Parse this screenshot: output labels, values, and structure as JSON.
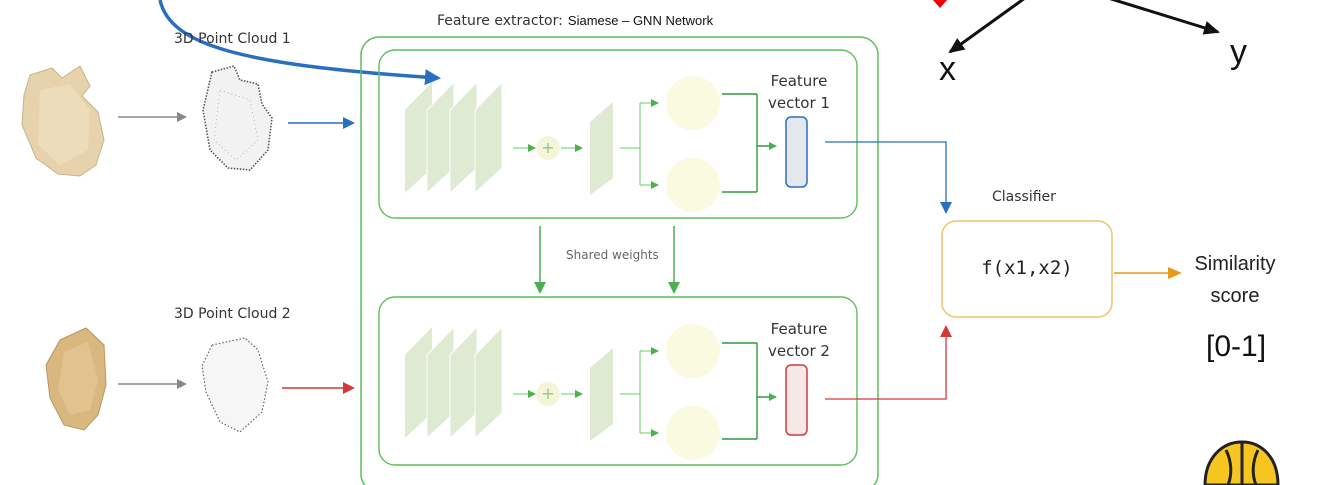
{
  "title": {
    "prefix": "Feature extractor:",
    "name": "Siamese – GNN Network"
  },
  "inputs": [
    {
      "label": "3D Point Cloud 1"
    },
    {
      "label": "3D Point Cloud 2"
    }
  ],
  "feature_vectors": [
    {
      "line1": "Feature",
      "line2": "vector 1"
    },
    {
      "line1": "Feature",
      "line2": "vector 2"
    }
  ],
  "shared_weights": "Shared weights",
  "classifier": {
    "label": "Classifier",
    "function": "f(x1,x2)"
  },
  "output": {
    "line1": "Similarity",
    "line2": "score",
    "range": "[0-1]"
  },
  "axes": {
    "x": "x",
    "y": "y"
  },
  "plus_symbol": "+",
  "colors": {
    "network_border": "#5cbf5c",
    "block_fill": "#dfead3",
    "circle_fill": "#fafae0",
    "blue_arrow": "#2a6fbf",
    "red_arrow": "#d23a3a",
    "orange_arrow": "#e89a1a",
    "classifier_border": "#f2c26b"
  }
}
